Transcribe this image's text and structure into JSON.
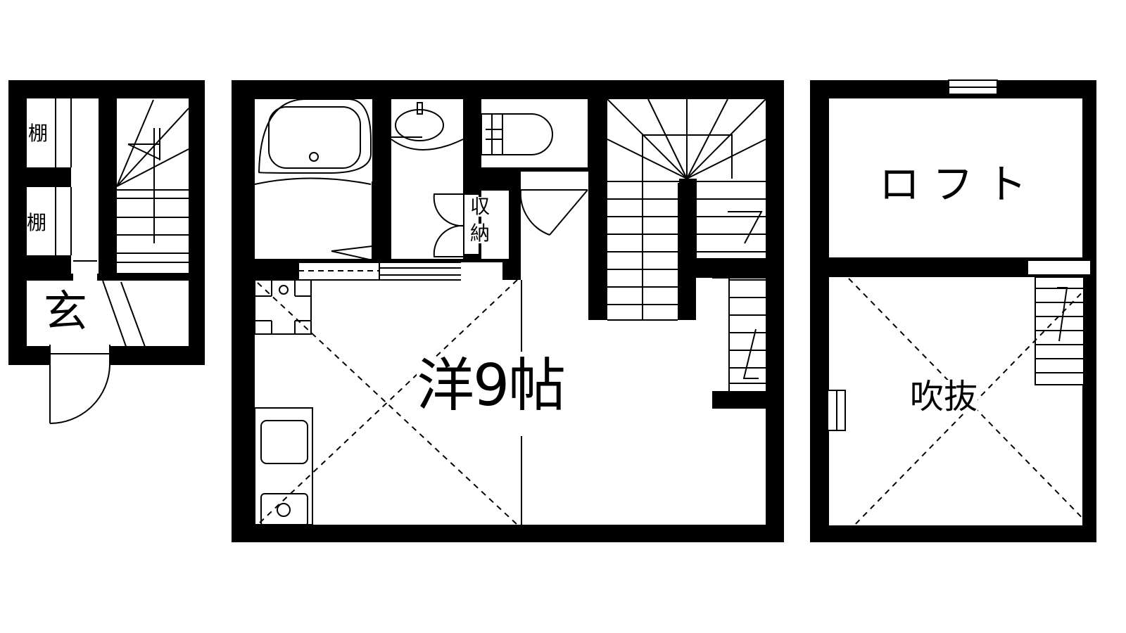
{
  "floor_plan": {
    "title": "1R + Loft floor plan",
    "colors": {
      "wall": "#000000",
      "background": "#ffffff",
      "line": "#000000"
    },
    "entrance_floor": {
      "rooms": [
        {
          "id": "shelf-1",
          "label": "棚"
        },
        {
          "id": "shelf-2",
          "label": "棚"
        },
        {
          "id": "genkan",
          "label": "玄"
        }
      ]
    },
    "main_floor": {
      "rooms": [
        {
          "id": "bath",
          "label": ""
        },
        {
          "id": "washroom",
          "label": ""
        },
        {
          "id": "toilet",
          "label": ""
        },
        {
          "id": "storage",
          "label_line1": "収",
          "label_line2": "納"
        },
        {
          "id": "western-room",
          "label": "洋9帖"
        }
      ]
    },
    "loft_floor": {
      "rooms": [
        {
          "id": "loft",
          "label": "ロフト"
        },
        {
          "id": "void",
          "label": "吹抜"
        }
      ]
    }
  }
}
